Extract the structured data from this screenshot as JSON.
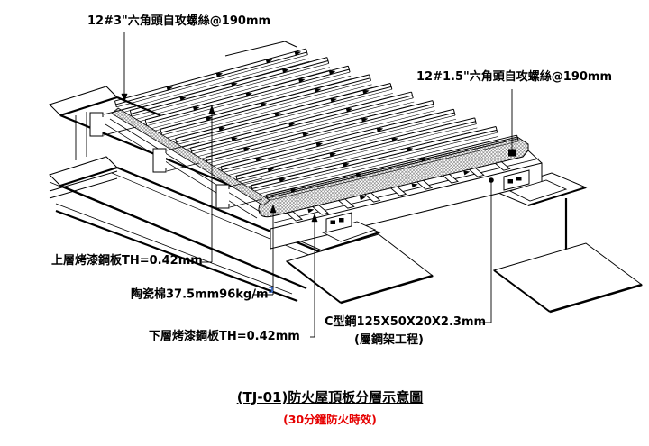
{
  "drawing": {
    "title": "(TJ-01)防火屋頂板分層示意圖",
    "subtitle": "(30分鐘防火時效)",
    "labels": {
      "top_screw": "12#3\"六角頭自攻螺絲@190mm",
      "right_screw": "12#1.5\"六角頭自攻螺絲@190mm",
      "upper_panel": "上層烤漆鋼板TH=0.42mm",
      "ceramic_wool": "陶瓷棉37.5mm96kg/m",
      "ceramic_wool_sup": "3",
      "lower_panel": "下層烤漆鋼板TH=0.42mm",
      "c_channel": "C型鋼125X50X20X2.3mm",
      "c_channel_note": "(屬鋼架工程)"
    },
    "colors": {
      "line": "#000000",
      "subtitle_red": "#e60000",
      "superscript_blue": "#3a6bc9"
    }
  }
}
